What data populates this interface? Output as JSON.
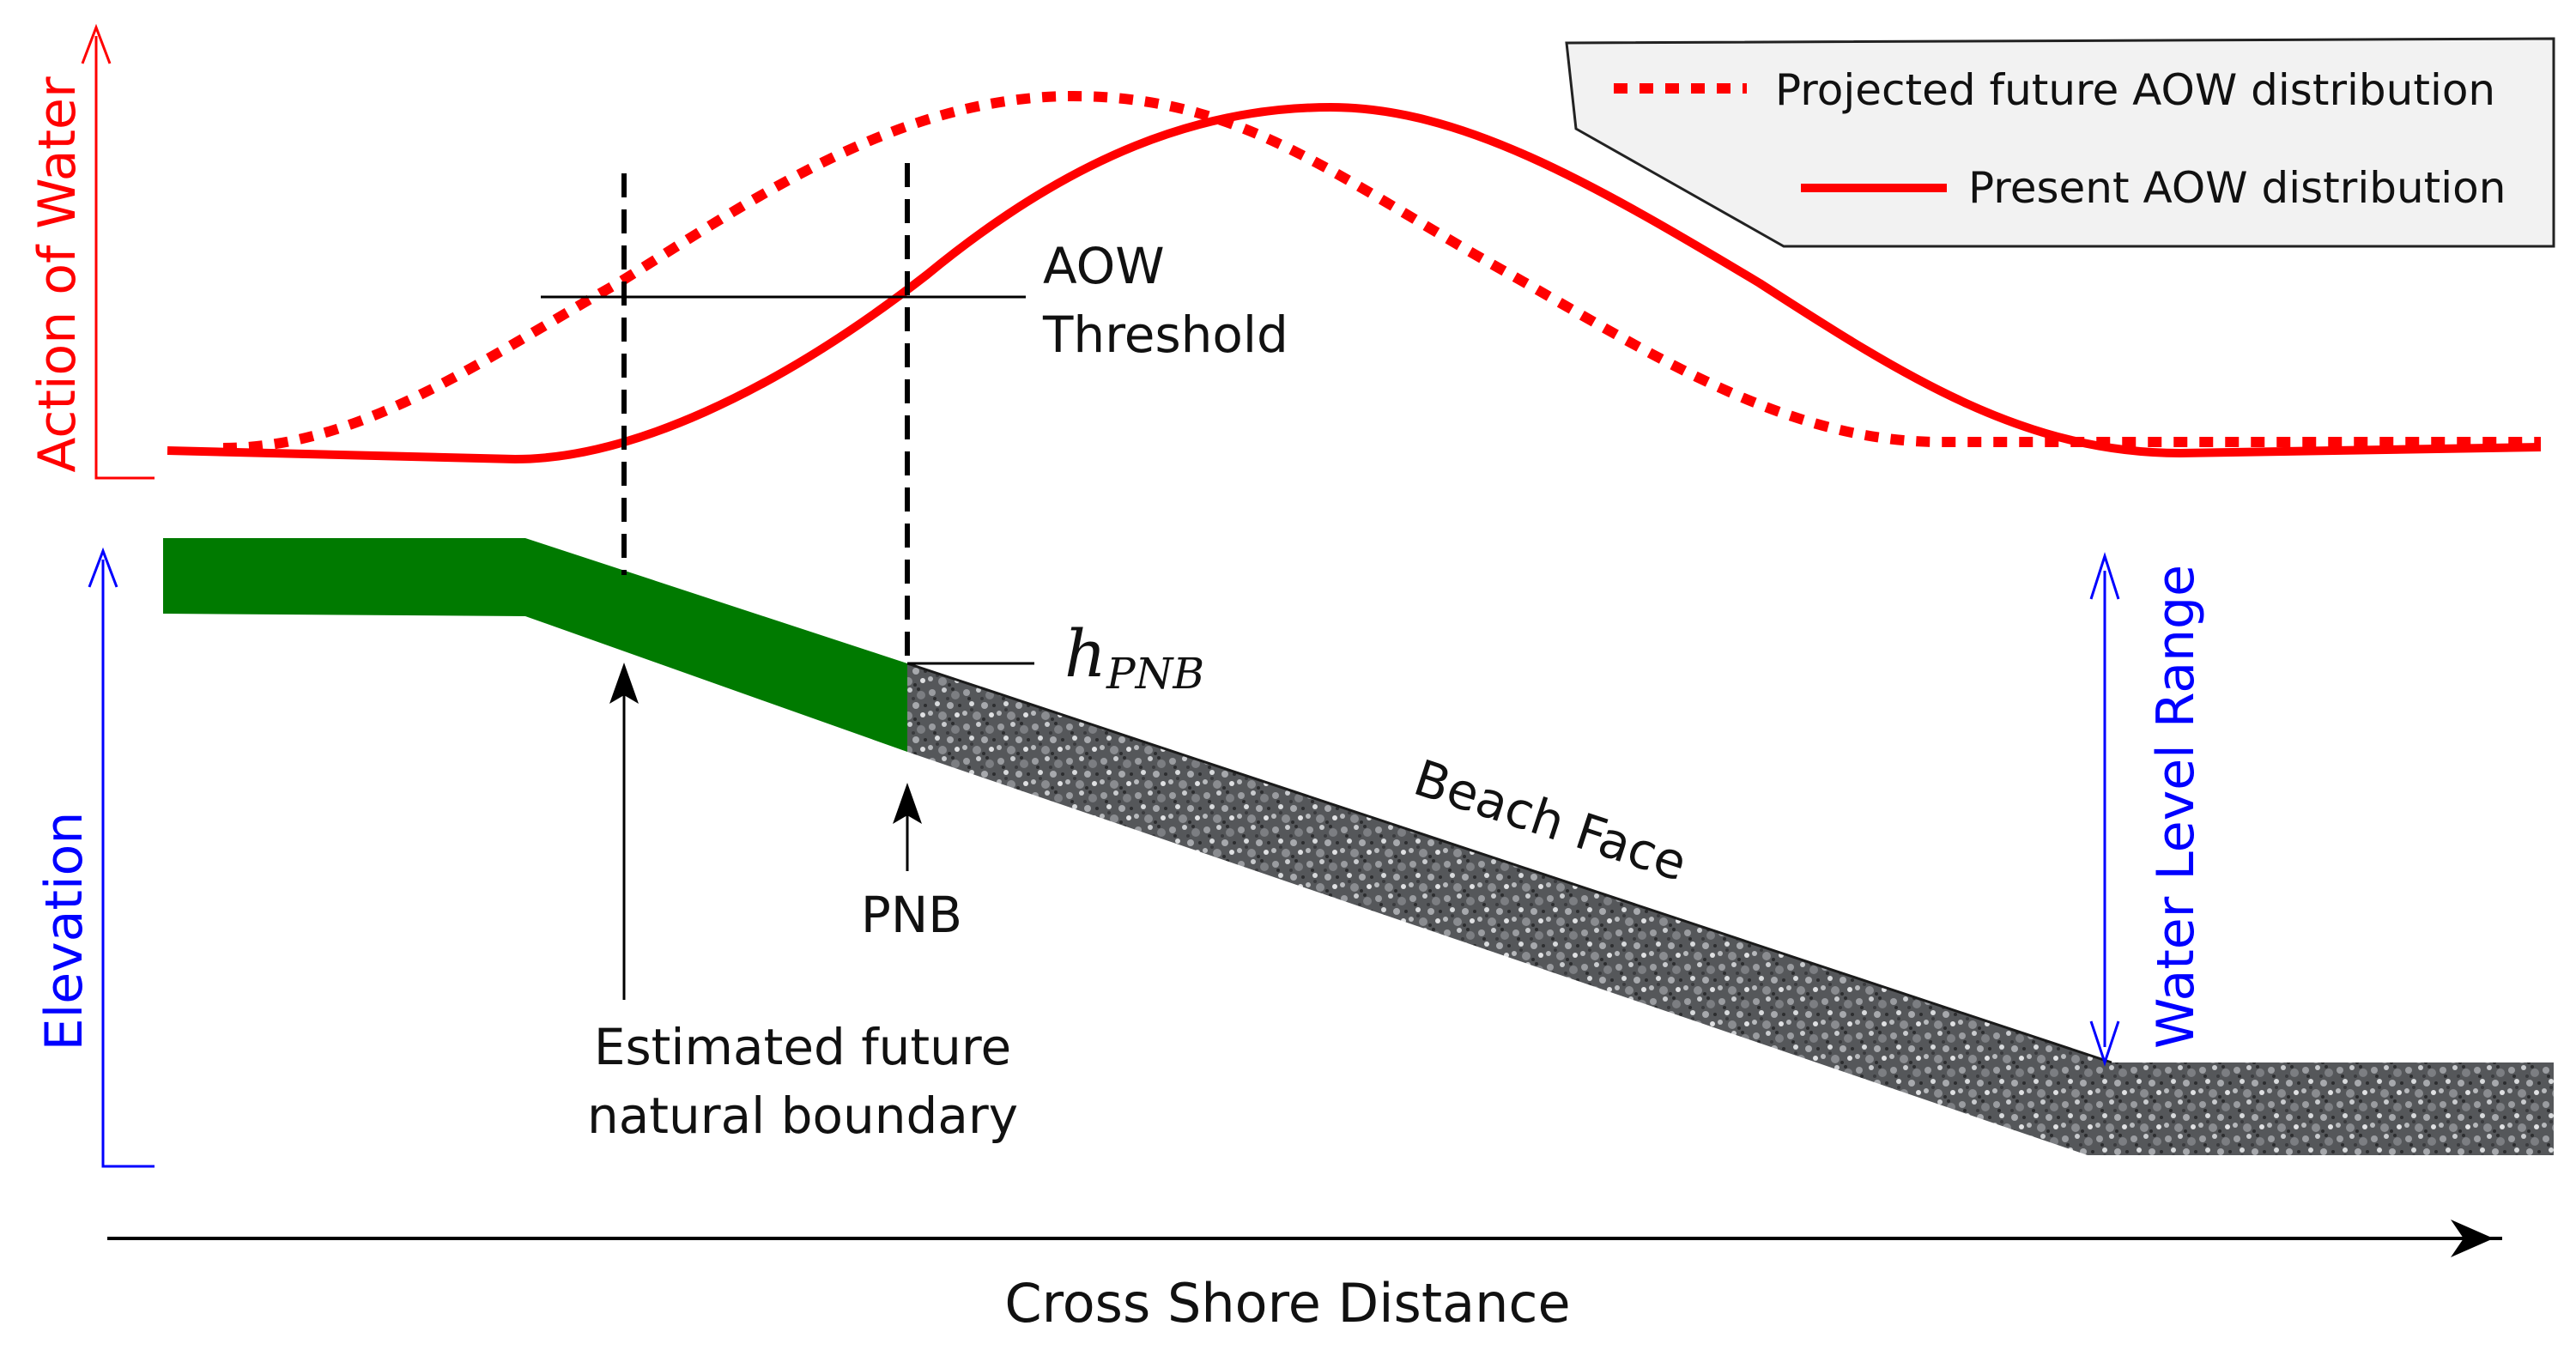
{
  "axes": {
    "top_y_label": "Action of Water",
    "bottom_y_label": "Elevation",
    "x_label": "Cross Shore Distance"
  },
  "legend": {
    "projected_label": "Projected future AOW distribution",
    "present_label": "Present AOW distribution"
  },
  "annotations": {
    "threshold_line1": "AOW",
    "threshold_line2": "Threshold",
    "h_main": "h",
    "h_sub": "PNB",
    "pnb": "PNB",
    "future_boundary_line1": "Estimated future",
    "future_boundary_line2": "natural boundary",
    "beach_face": "Beach Face",
    "water_level_range": "Water Level Range"
  },
  "colors": {
    "aow": "#ff0000",
    "axis_red": "#ff0000",
    "axis_blue": "#0000ff",
    "vegetation": "#007a00",
    "text": "#111111",
    "legend_fill": "#f2f2f2"
  }
}
